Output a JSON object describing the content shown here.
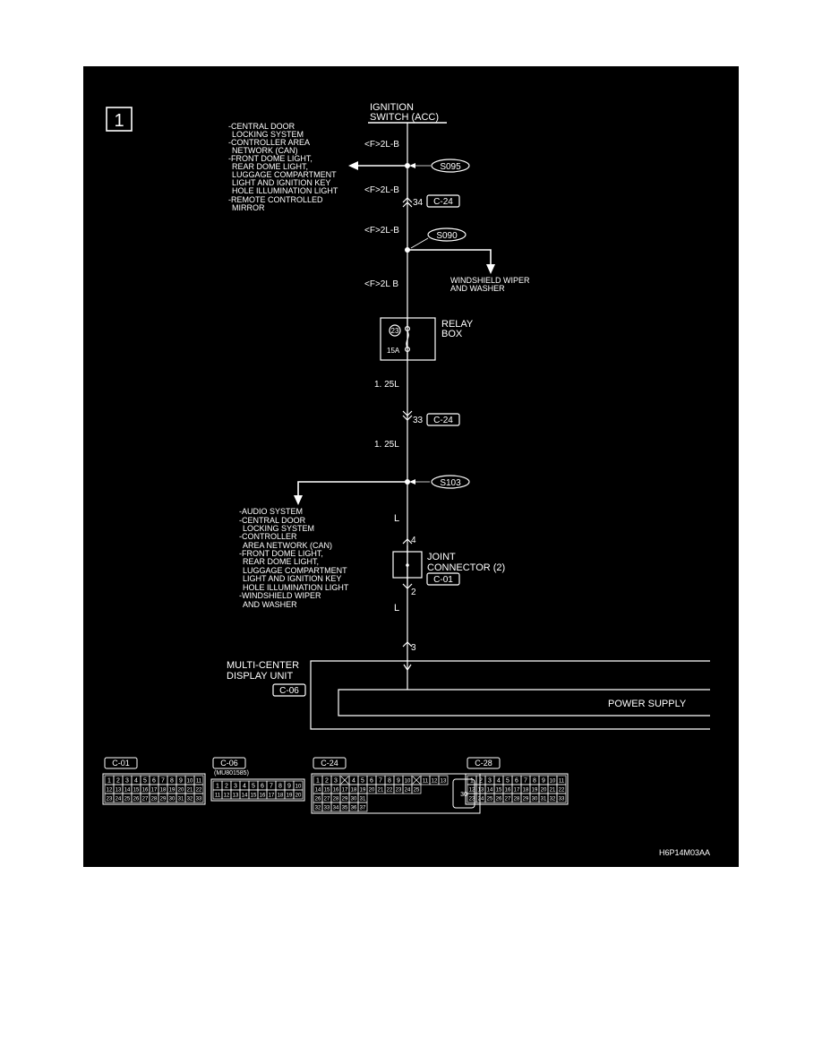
{
  "figure_number": "1",
  "figure_code": "H6P14M03AA",
  "ignition_switch": {
    "line1": "IGNITION",
    "line2": "SWITCH (ACC)"
  },
  "wire_labels": {
    "w1": "<F>2L-B",
    "w2": "<F>2L-B",
    "w3": "<F>2L-B",
    "w4": "<F>2L B",
    "w5": "1. 25L",
    "w6": "1. 25L",
    "w7": "L",
    "w8": "L"
  },
  "splices": {
    "s1": "S095",
    "s2": "S090",
    "s3": "S103"
  },
  "pins": {
    "p34": "34",
    "p33": "33",
    "p4": "4",
    "p2": "2",
    "p3": "3"
  },
  "connectors": {
    "c24a": "C-24",
    "c24b": "C-24",
    "c01": "C-01",
    "c06": "C-06"
  },
  "left_branch_top": [
    "-CENTRAL DOOR",
    "LOCKING SYSTEM",
    "-CONTROLLER AREA",
    "NETWORK (CAN)",
    "-FRONT DOME LIGHT,",
    "REAR DOME LIGHT,",
    "LUGGAGE COMPARTMENT",
    "LIGHT AND IGNITION KEY",
    "HOLE ILLUMINATION LIGHT",
    "-REMOTE CONTROLLED",
    "MIRROR"
  ],
  "right_branch": [
    "WINDSHIELD WIPER",
    "AND WASHER"
  ],
  "relay_box": {
    "line1": "RELAY",
    "line2": "BOX",
    "fuse_number": "23",
    "fuse_rating": "15A"
  },
  "left_branch_bottom": [
    "-AUDIO SYSTEM",
    "-CENTRAL DOOR",
    "LOCKING SYSTEM",
    "-CONTROLLER",
    "AREA NETWORK (CAN)",
    "-FRONT DOME LIGHT,",
    "REAR DOME LIGHT,",
    "LUGGAGE COMPARTMENT",
    "LIGHT AND IGNITION KEY",
    "HOLE ILLUMINATION LIGHT",
    "-WINDSHIELD WIPER",
    "AND WASHER"
  ],
  "joint_connector": {
    "line1": "JOINT",
    "line2": "CONNECTOR (2)"
  },
  "display_unit": {
    "line1": "MULTI-CENTER",
    "line2": "DISPLAY UNIT",
    "power_supply": "POWER SUPPLY"
  },
  "connector_faces": [
    {
      "title": "C-01",
      "subtitle": "",
      "rows": [
        [
          "1",
          "2",
          "3",
          "4",
          "5",
          "6",
          "7",
          "8",
          "9",
          "10",
          "11"
        ],
        [
          "12",
          "13",
          "14",
          "15",
          "16",
          "17",
          "18",
          "19",
          "20",
          "21",
          "22"
        ],
        [
          "23",
          "24",
          "25",
          "26",
          "27",
          "28",
          "29",
          "30",
          "31",
          "32",
          "33"
        ]
      ]
    },
    {
      "title": "C-06",
      "subtitle": "(MU801585)",
      "rows": [
        [
          "1",
          "2",
          "3",
          "4",
          "5",
          "6",
          "7",
          "8",
          "9",
          "10"
        ],
        [
          "11",
          "12",
          "13",
          "14",
          "15",
          "16",
          "17",
          "18",
          "19",
          "20"
        ]
      ]
    },
    {
      "title": "C-24",
      "subtitle": "",
      "rows": [
        [
          "1",
          "2",
          "3",
          "",
          "4",
          "5",
          "6",
          "7",
          "8",
          "9",
          "10",
          "",
          "11",
          "12",
          "13"
        ],
        [
          "14",
          "15",
          "16",
          "17",
          "18",
          "19",
          "20",
          "21",
          "22",
          "23",
          "24",
          "25"
        ],
        [
          "26",
          "27",
          "28",
          "29",
          "30",
          "31"
        ],
        [
          "32",
          "33",
          "34",
          "35",
          "36",
          "37"
        ]
      ],
      "block_pin": "30"
    },
    {
      "title": "C-28",
      "subtitle": "",
      "rows": [
        [
          "1",
          "2",
          "3",
          "4",
          "5",
          "6",
          "7",
          "8",
          "9",
          "10",
          "11"
        ],
        [
          "12",
          "13",
          "14",
          "15",
          "16",
          "17",
          "18",
          "19",
          "20",
          "21",
          "22"
        ],
        [
          "23",
          "24",
          "25",
          "26",
          "27",
          "28",
          "29",
          "30",
          "31",
          "32",
          "33"
        ]
      ]
    }
  ]
}
